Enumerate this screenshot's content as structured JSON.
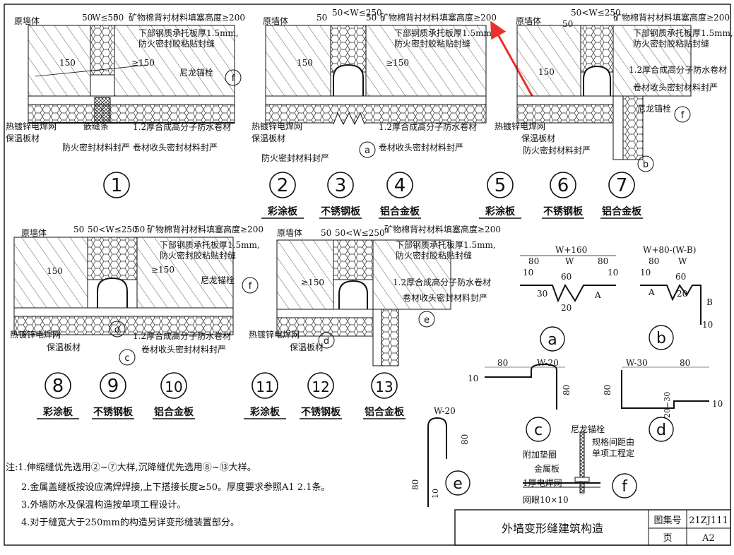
{
  "colors": {
    "ink": "#111111",
    "arrow": "#e8312a",
    "board": "#ffffff"
  },
  "labels": {
    "wall": "原墙体",
    "rockwool": "矿物棉背衬材料填塞高度≥200",
    "tray_line1": "下部钢质承托板厚1.5mm,",
    "tray_line2": "防火密封胶粘贴封缝",
    "anchor": "尼龙锚栓",
    "mesh": "热镀锌电焊网",
    "insul": "保温板材",
    "strip": "嵌缝条",
    "fireseal": "防火密封材料封严",
    "membrane": "1.2厚合成高分子防水卷材",
    "edge": "卷材收头密封材料封严",
    "dim_50a": "50",
    "dim_w50": "W≤50",
    "dim_50b": "50",
    "dim_w250": "50<W≤250",
    "dim_150": "150",
    "dim_ge150": "≥150"
  },
  "callouts": [
    "a",
    "b",
    "c",
    "d",
    "e",
    "f"
  ],
  "details": [
    {
      "num": "1",
      "cap": ""
    },
    {
      "num": "2",
      "cap": "彩涂板"
    },
    {
      "num": "3",
      "cap": "不锈钢板"
    },
    {
      "num": "4",
      "cap": "铝合金板"
    },
    {
      "num": "5",
      "cap": "彩涂板"
    },
    {
      "num": "6",
      "cap": "不锈钢板"
    },
    {
      "num": "7",
      "cap": "铝合金板"
    },
    {
      "num": "8",
      "cap": "彩涂板"
    },
    {
      "num": "9",
      "cap": "不锈钢板"
    },
    {
      "num": "10",
      "cap": "铝合金板"
    },
    {
      "num": "11",
      "cap": "彩涂板"
    },
    {
      "num": "12",
      "cap": "不锈钢板"
    },
    {
      "num": "13",
      "cap": "铝合金板"
    }
  ],
  "profiles": {
    "a_top": "W+160",
    "a_80": "80",
    "a_w": "W",
    "a_10": "10",
    "a_60": "60",
    "a_30": "30",
    "a_20": "20",
    "a_A": "A",
    "b_top": "W+80-(W-B)",
    "b_B": "B",
    "c_80": "80",
    "c_w20": "W-20",
    "c_10": "10",
    "d_w30": "W-30",
    "d_80": "80",
    "d_20_30": "20~30",
    "d_10": "10",
    "e_w20": "W-20",
    "e_80": "80",
    "e_10": "10",
    "f_anchor": "尼龙锚栓",
    "f_spacing1": "规格间距由",
    "f_spacing2": "单项工程定",
    "f_washer": "附加垫圈",
    "f_metal": "金属板",
    "f_mesh": "1厚电焊网",
    "f_grid": "网眼10×10"
  },
  "notes": [
    "注:1.伸缩缝优先选用②~⑦大样,沉降缝优先选用⑧~⑬大样。",
    "2.金属盖缝板按设应满焊焊接,上下搭接长度≥50。厚度要求参照A1 2.1条。",
    "3.外墙防水及保温构造按单项工程设计。",
    "4.对于缝宽大于250mm的构造另详变形缝装置部分。"
  ],
  "titleblock": {
    "title": "外墙变形缝建筑构造",
    "set_label": "图集号",
    "set_value": "21ZJ111",
    "page_label": "页",
    "page_value": "A2"
  }
}
